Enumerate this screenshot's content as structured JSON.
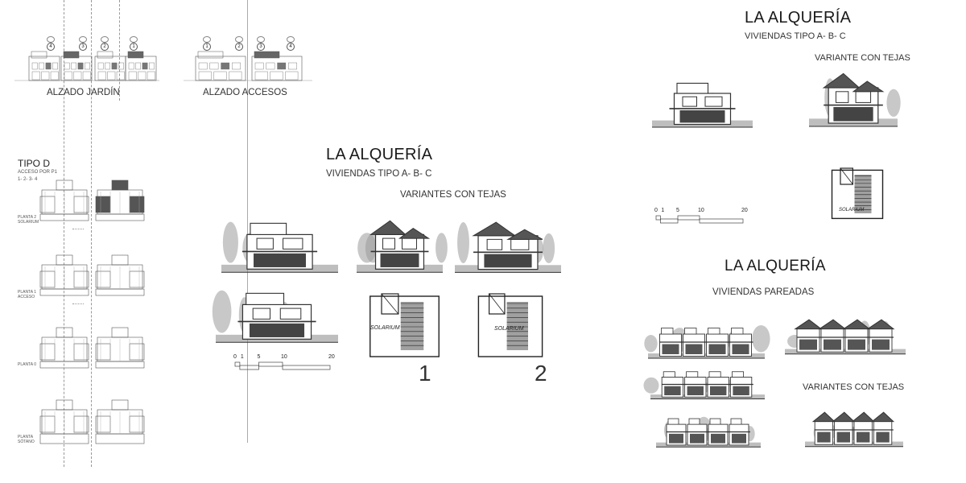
{
  "elevations": {
    "garden_label": "ALZADO JARDÍN",
    "access_label": "ALZADO ACCESOS",
    "garden_units": [
      "4",
      "3",
      "2",
      "1"
    ],
    "access_units": [
      "1",
      "2",
      "3",
      "4"
    ]
  },
  "tipo_d": {
    "title": "TIPO D",
    "subtitle": "ACCESO POR P1",
    "units": "1- 2- 3- 4",
    "plan_labels": [
      "PLANTA 2 SOLARIUM",
      "PLANTA 1 ACCESO",
      "PLANTA 0",
      "PLANTA SÓTANO"
    ]
  },
  "center_panel": {
    "title": "LA ALQUERÍA",
    "subtitle": "VIVIENDAS TIPO A- B- C",
    "variants_label": "VARIANTES CON TEJAS",
    "option_numbers": [
      "1",
      "2"
    ],
    "solarium_label": "SOLARIUM",
    "scale_ticks": [
      "0",
      "1",
      "5",
      "10",
      "20"
    ]
  },
  "right_top_panel": {
    "title": "LA ALQUERÍA",
    "subtitle": "VIVIENDAS TIPO A- B- C",
    "variant_label": "VARIANTE CON TEJAS",
    "solarium_label": "SOLARIUM",
    "scale_ticks": [
      "0",
      "1",
      "5",
      "10",
      "20"
    ]
  },
  "right_bottom_panel": {
    "title": "LA ALQUERÍA",
    "subtitle": "VIVIENDAS PAREADAS",
    "variants_label": "VARIANTES CON TEJAS"
  }
}
